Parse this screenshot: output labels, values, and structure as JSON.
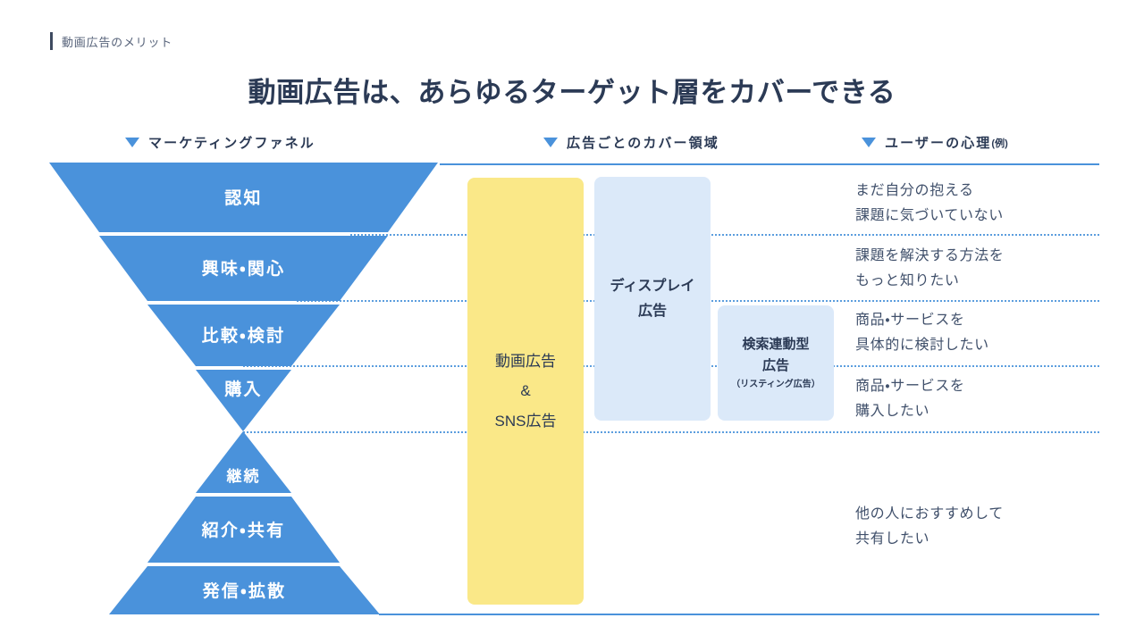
{
  "kicker": {
    "text": "動画広告のメリット"
  },
  "title": {
    "text": "動画広告は、あらゆるターゲット層をカバーできる"
  },
  "columns": {
    "funnel": {
      "label": "マーケティングファネル"
    },
    "coverage": {
      "label": "広告ごとのカバー領域"
    },
    "psych": {
      "label": "ユーザーの心理",
      "sub": "(例)"
    }
  },
  "funnel_stages": [
    {
      "id": "awareness",
      "label": "認知"
    },
    {
      "id": "interest",
      "label": "興味・関心"
    },
    {
      "id": "comparison",
      "label": "比較・検討"
    },
    {
      "id": "purchase",
      "label": "購入"
    },
    {
      "id": "continue",
      "label": "継続"
    },
    {
      "id": "referral",
      "label": "紹介・共有"
    },
    {
      "id": "advocacy",
      "label": "発信・拡散"
    }
  ],
  "coverage_boxes": {
    "video": {
      "line1": "動画広告",
      "line2": "&",
      "line3": "SNS広告"
    },
    "display": {
      "line1": "ディスプレイ",
      "line2": "広告"
    },
    "search": {
      "line1": "検索連動型",
      "line2": "広告",
      "note": "（リスティング広告）"
    }
  },
  "psychology": [
    {
      "id": "awareness",
      "text": "まだ自分の抱える\n課題に気づいていない"
    },
    {
      "id": "interest",
      "text": "課題を解決する方法を\nもっと知りたい"
    },
    {
      "id": "comparison",
      "text": "商品・サービスを\n具体的に検討したい"
    },
    {
      "id": "purchase",
      "text": "商品・サービスを\n購入したい"
    },
    {
      "id": "advocacy",
      "text": "他の人におすすめして\n共有したい"
    }
  ],
  "colors": {
    "funnel_blue": "#4a92db",
    "rule_blue": "#4a92db",
    "dot_blue": "#5c9ede",
    "yellow": "#fae888",
    "light_blue": "#dbe9f9",
    "title_navy": "#2b3a55",
    "body_text": "#40506b"
  }
}
